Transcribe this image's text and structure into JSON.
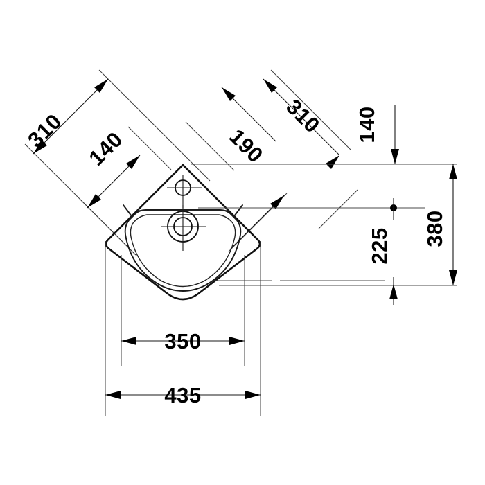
{
  "drawing": {
    "title": "Corner washbasin dimensional drawing",
    "units": "mm",
    "background_color": "#ffffff",
    "line_color": "#1a1a1a",
    "text_color": "#000000"
  },
  "dimensions": {
    "diag_left_outer": "310",
    "diag_left_inner": "140",
    "diag_right_inner": "190",
    "diag_right_outer": "310",
    "vertical_top": "140",
    "vertical_center_height": "225",
    "vertical_total": "380",
    "width_basin": "350",
    "width_overall": "435"
  },
  "labels": {
    "d310_left": "310",
    "d140_left": "140",
    "d190_center": "190",
    "d310_right": "310",
    "d140_right": "140",
    "d225": "225",
    "d380": "380",
    "d350": "350",
    "d435": "435"
  },
  "features": {
    "tap_hole_upper": "tap-hole",
    "tap_hole_lower": "overflow-hole",
    "basin_shape": "corner-basin-outline",
    "wall_corner": "wall-corner-90-degrees"
  }
}
